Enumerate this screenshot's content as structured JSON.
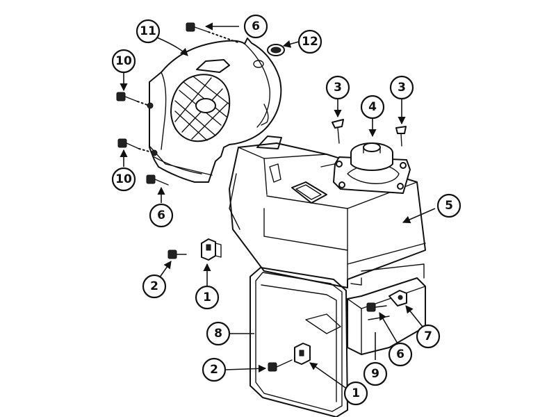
{
  "callouts": {
    "c1a": "1",
    "c1b": "1",
    "c2a": "2",
    "c2b": "2",
    "c3a": "3",
    "c3b": "3",
    "c4": "4",
    "c5": "5",
    "c6a": "6",
    "c6b": "6",
    "c6c": "6",
    "c7": "7",
    "c8": "8",
    "c9": "9",
    "c10a": "10",
    "c10b": "10",
    "c11": "11",
    "c12": "12"
  }
}
